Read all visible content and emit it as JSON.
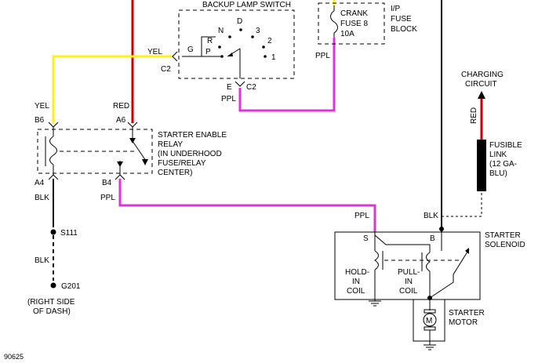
{
  "colors": {
    "red_wire": "#cc0000",
    "yellow_wire": "#ffee22",
    "purple_wire": "#dd33dd",
    "black_wire": "#000000"
  },
  "backup_lamp_switch": {
    "title": "BACKUP LAMP SWITCH",
    "positions": [
      "D",
      "N",
      "3",
      "R",
      "2",
      "P",
      "1"
    ],
    "terminal_g": "G",
    "terminal_e": "E",
    "connector_left": "C2",
    "connector_bottom": "C2"
  },
  "fuse": {
    "line1": "CRANK",
    "line2": "FUSE 8",
    "line3": "10A",
    "block_label_line1": "I/P",
    "block_label_line2": "FUSE",
    "block_label_line3": "BLOCK"
  },
  "wire_labels": {
    "yel_top": "YEL",
    "ppl_fuse": "PPL",
    "ppl_switch": "PPL",
    "yel_relay": "YEL",
    "red_relay": "RED",
    "blk_relay": "BLK",
    "ppl_relay": "PPL",
    "blk_ground": "BLK",
    "ppl_solenoid": "PPL",
    "blk_solenoid": "BLK",
    "red_charging": "RED"
  },
  "relay": {
    "pin_b6": "B6",
    "pin_a6": "A6",
    "pin_a4": "A4",
    "pin_b4": "B4",
    "label_line1": "STARTER ENABLE",
    "label_line2": "RELAY",
    "label_line3": "(IN UNDERHOOD",
    "label_line4": "FUSE/RELAY",
    "label_line5": "CENTER)"
  },
  "splice": {
    "label": "S111"
  },
  "ground": {
    "label": "G201",
    "note_line1": "(RIGHT SIDE",
    "note_line2": "OF DASH)"
  },
  "charging_circuit": {
    "line1": "CHARGING",
    "line2": "CIRCUIT"
  },
  "fusible_link": {
    "line1": "FUSIBLE",
    "line2": "LINK",
    "line3": "(12 GA-",
    "line4": "BLU)"
  },
  "solenoid": {
    "terminal_s": "S",
    "terminal_b": "B",
    "label_line1": "STARTER",
    "label_line2": "SOLENOID",
    "hold_line1": "HOLD-",
    "hold_line2": "IN",
    "hold_line3": "COIL",
    "pull_line1": "PULL-",
    "pull_line2": "IN",
    "pull_line3": "COIL"
  },
  "motor": {
    "symbol": "M",
    "label_line1": "STARTER",
    "label_line2": "MOTOR"
  },
  "figure_id": "90625"
}
